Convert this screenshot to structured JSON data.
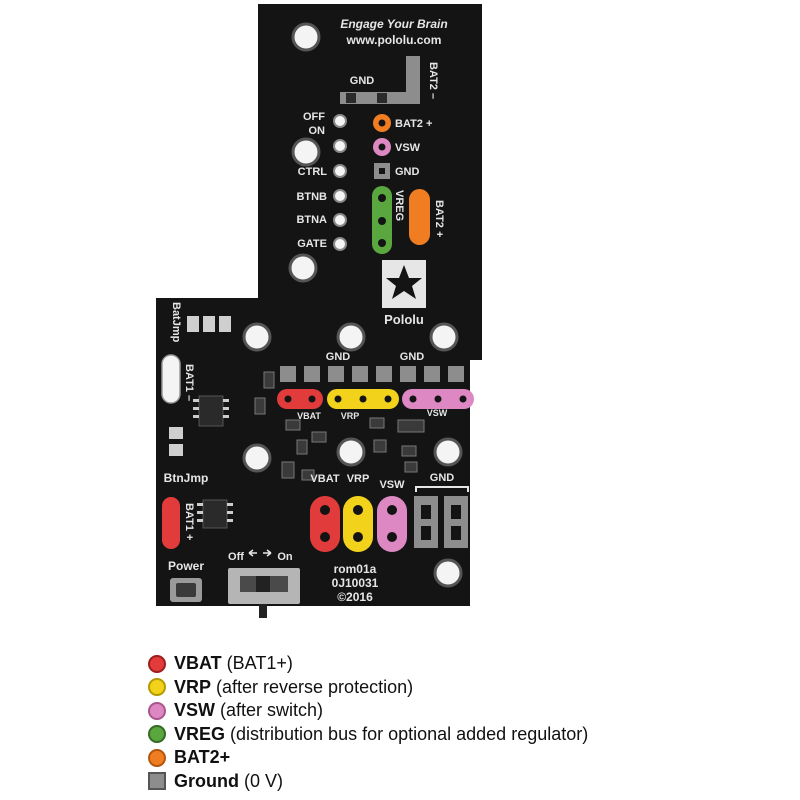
{
  "board": {
    "slogan": "Engage Your Brain",
    "url": "www.pololu.com",
    "logo_text": "Pololu",
    "model": "rom01a",
    "serial": "0J10031",
    "year": "©2016",
    "colors": {
      "pcb": "#141414",
      "silk": "#e6e6e6",
      "vbat": "#e23b3b",
      "vrp": "#f2d21a",
      "vsw": "#dd88c2",
      "vreg": "#5aa63f",
      "bat2": "#f07d22",
      "ground": "#8d8d8d"
    },
    "labels": {
      "gnd_top": "GND",
      "bat2_minus": "BAT2 –",
      "off": "OFF",
      "on": "ON",
      "ctrl": "CTRL",
      "btnb": "BTNB",
      "btna": "BTNA",
      "gate": "GATE",
      "bat2_plus_pin": "BAT2 +",
      "vsw_pin": "VSW",
      "gnd_pin": "GND",
      "vreg": "VREG",
      "bat2_plus_pad": "BAT2 +",
      "bat_jmp": "BatJmp",
      "bat1_minus": "BAT1 –",
      "gnd_row_left": "GND",
      "gnd_row_right": "GND",
      "vbat_small": "VBAT",
      "vrp_small": "VRP",
      "vsw_small": "VSW",
      "btn_jmp": "BtnJmp",
      "bat1_plus": "BAT1 +",
      "vbat_big": "VBAT",
      "vrp_big": "VRP",
      "vsw_big": "VSW",
      "gnd_big": "GND",
      "power": "Power",
      "off_switch": "Off",
      "on_switch": "On"
    }
  },
  "legend": [
    {
      "name": "VBAT",
      "desc": "(BAT1+)",
      "color": "vbat",
      "shape": "circle"
    },
    {
      "name": "VRP",
      "desc": "(after reverse protection)",
      "color": "vrp",
      "shape": "circle"
    },
    {
      "name": "VSW",
      "desc": "(after switch)",
      "color": "vsw",
      "shape": "circle"
    },
    {
      "name": "VREG",
      "desc": "(distribution bus for optional added regulator)",
      "color": "vreg",
      "shape": "circle"
    },
    {
      "name": "BAT2+",
      "desc": "",
      "color": "bat2",
      "shape": "circle"
    },
    {
      "name": "Ground",
      "desc": "(0 V)",
      "color": "ground",
      "shape": "square"
    }
  ]
}
